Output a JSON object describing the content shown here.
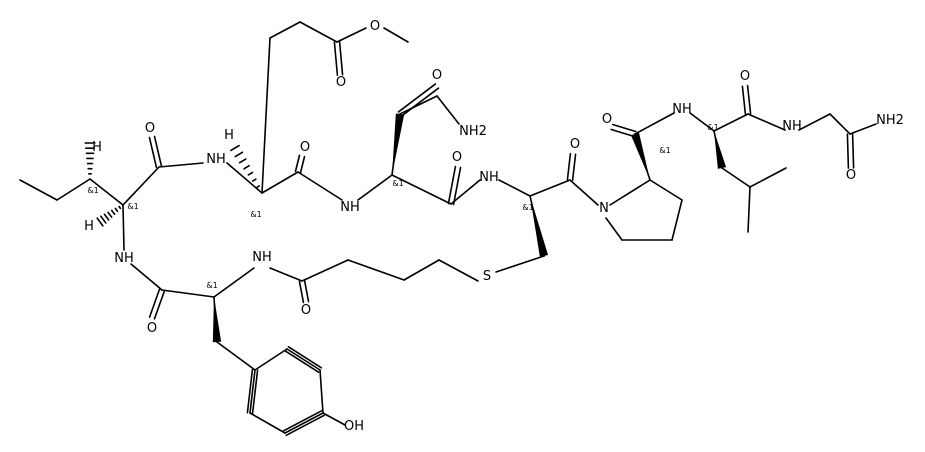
{
  "structure": {
    "atom_labels": {
      "o_ester_carbonyl": "O",
      "o_ester": "O",
      "nh2_asn": "NH2",
      "o_asn_side": "O",
      "o_ile": "O",
      "nh_glu": "NH",
      "o_glu": "O",
      "nh_asn": "NH",
      "o_asn": "O",
      "nh_cys": "NH",
      "o_cys": "O",
      "n_pro": "N",
      "o_pro": "O",
      "nh_leu": "NH",
      "o_leu": "O",
      "nh_gly": "NH",
      "nh2_gly": "NH2",
      "o_gly": "O",
      "nh_ile": "NH",
      "o_tyr": "O",
      "nh_tyr": "NH",
      "o_butanoyl": "O",
      "s_thioether": "S",
      "oh_tyr": "OH",
      "h_ile_cb": "H",
      "h_ile_ca": "H",
      "h_glu": "H"
    },
    "stereo_labels": {
      "ile_cb": "&1",
      "ile_ca": "&1",
      "glu_ca": "&1",
      "asn_ca": "&1",
      "cys_ca": "&1",
      "pro_ca": "&1",
      "leu_ca": "&1",
      "tyr_ca": "&1"
    },
    "colors": {
      "bond": "#000000",
      "text": "#000000",
      "background": "#ffffff"
    }
  }
}
